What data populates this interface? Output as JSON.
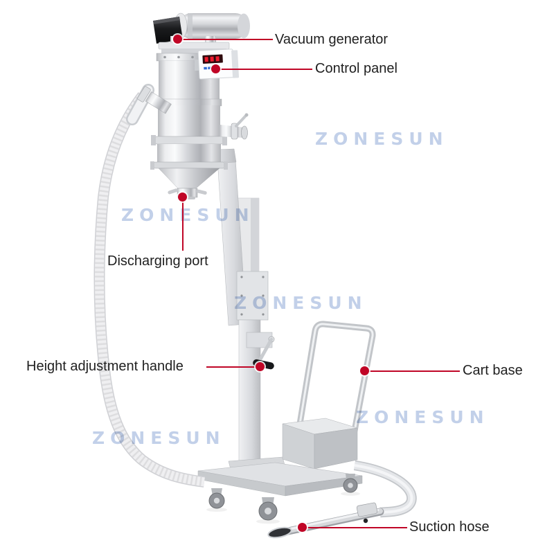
{
  "figure": {
    "subject": "stainless-steel vacuum feeder machine mounted on a wheeled cart, annotated with part callouts"
  },
  "watermark": {
    "text": "ZONESUN"
  },
  "annotations": [
    {
      "id": "vacuum-generator",
      "label": "Vacuum generator"
    },
    {
      "id": "control-panel",
      "label": "Control panel"
    },
    {
      "id": "discharging-port",
      "label": "Discharging port"
    },
    {
      "id": "height-adjustment-handle",
      "label": "Height adjustment handle"
    },
    {
      "id": "cart-base",
      "label": "Cart base"
    },
    {
      "id": "suction-hose",
      "label": "Suction hose"
    }
  ],
  "colors": {
    "background": "#ffffff",
    "leader_line": "#c00526",
    "marker_dot": "#c00526",
    "label_text": "#1f1f1f",
    "watermark": "#8fa9d6"
  }
}
